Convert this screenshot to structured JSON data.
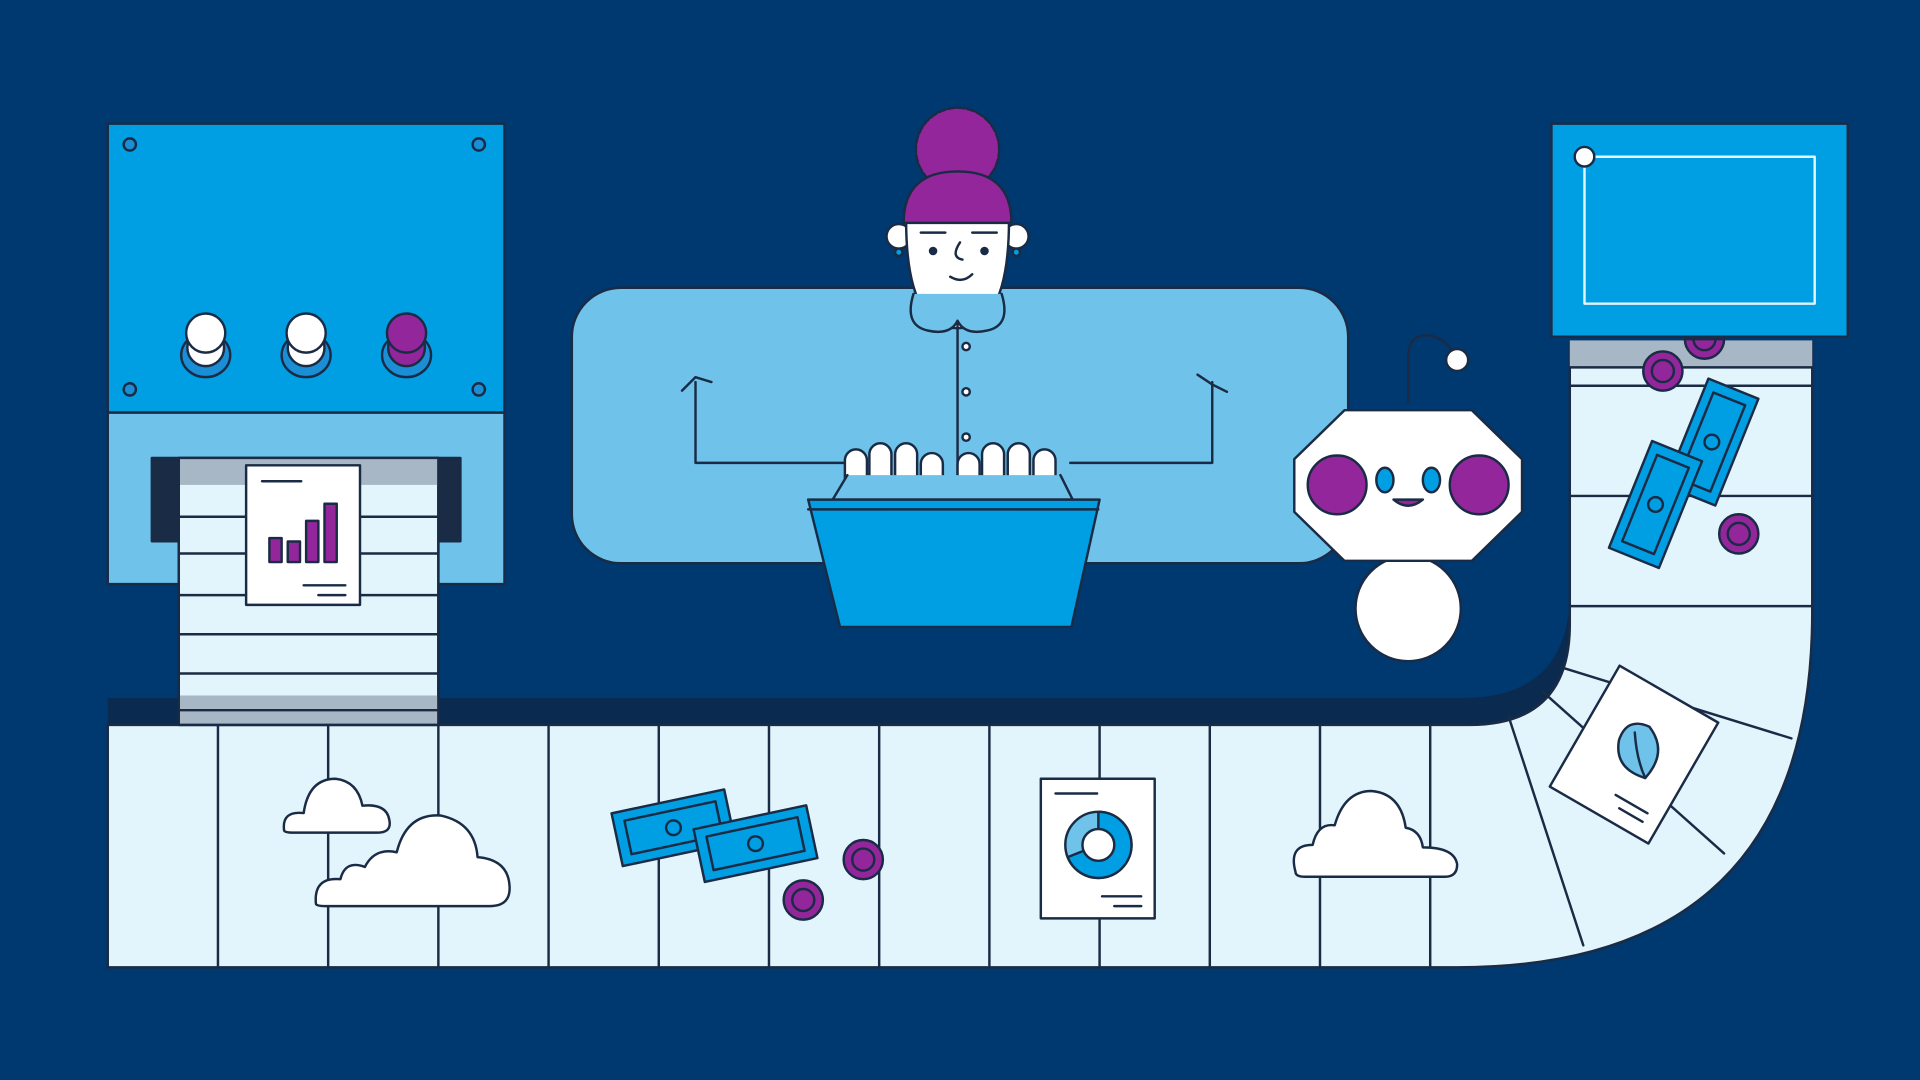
{
  "palette": {
    "background": "#003870",
    "outline": "#1a2b45",
    "panel_blue": "#009fe3",
    "light_blue": "#6fc2ea",
    "pale_blue": "#e2f4fc",
    "mid_blue": "#1a8fd6",
    "gray": "#a7b7c6",
    "purple": "#94269c",
    "white": "#ffffff",
    "shadow": "#0b2a50"
  },
  "scene": {
    "control_panel": {
      "knobs": [
        "white",
        "white",
        "purple"
      ],
      "report_chart_bars": [
        0.35,
        0.3,
        0.6,
        0.85
      ]
    },
    "conveyor_items": [
      "cloud-icon",
      "cloud-icon",
      "banknote-icon",
      "banknote-icon",
      "coin-icon",
      "coin-icon",
      "pie-chart-document-icon",
      "cloud-icon",
      "leaf-document-icon",
      "banknote-icon",
      "banknote-icon",
      "coin-icon",
      "coin-icon"
    ],
    "characters": [
      "person-at-laptop",
      "robot-assistant"
    ],
    "monitor": "blank-screen"
  }
}
